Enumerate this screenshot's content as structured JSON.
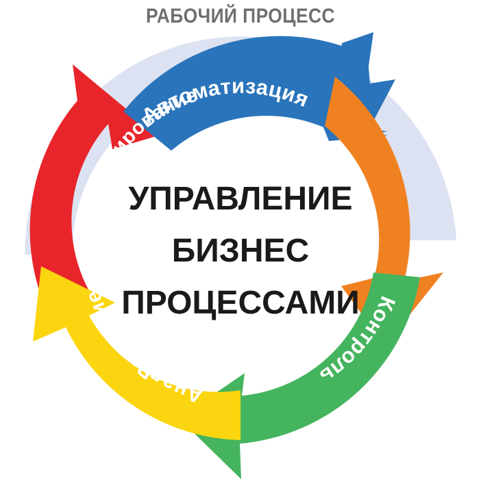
{
  "header": {
    "title": "РАБОЧИЙ ПРОЦЕСС",
    "title_color": "#6f6f70"
  },
  "center": {
    "line1": "УПРАВЛЕНИЕ",
    "line2": "БИЗНЕС",
    "line3": "ПРОЦЕССАМИ",
    "color": "#1a1a1a"
  },
  "ring": {
    "color": "#dce2f1"
  },
  "background": "#ffffff",
  "chart_data": {
    "type": "cycle-diagram",
    "title": "РАБОЧИЙ ПРОЦЕСС",
    "center_label": "УПРАВЛЕНИЕ БИЗНЕС ПРОЦЕССАМИ",
    "direction": "clockwise",
    "step_count": 5,
    "steps": [
      {
        "index": 1,
        "label": "Автоматизация",
        "color": "#2a74bb",
        "position": "top",
        "start_angle": -122,
        "end_angle": -22,
        "text_color": "#ffffff"
      },
      {
        "index": 2,
        "label": "Контроль",
        "color": "#f08121",
        "position": "right",
        "start_angle": -32,
        "end_angle": 58,
        "text_color": "#ffffff"
      },
      {
        "index": 3,
        "label": "Анализ",
        "color": "#45b45e",
        "position": "bottom-right",
        "start_angle": 48,
        "end_angle": 140,
        "text_color": "#ffffff"
      },
      {
        "index": 4,
        "label": "Развитие",
        "color": "#fbd50f",
        "position": "bottom-left",
        "start_angle": 130,
        "end_angle": 218,
        "text_color": "#ffffff"
      },
      {
        "index": 5,
        "label": "Моделирование",
        "color": "#e8252b",
        "position": "left",
        "start_angle": 208,
        "end_angle": 300,
        "text_color": "#ffffff"
      }
    ],
    "legend_position": "none",
    "grid": false
  }
}
